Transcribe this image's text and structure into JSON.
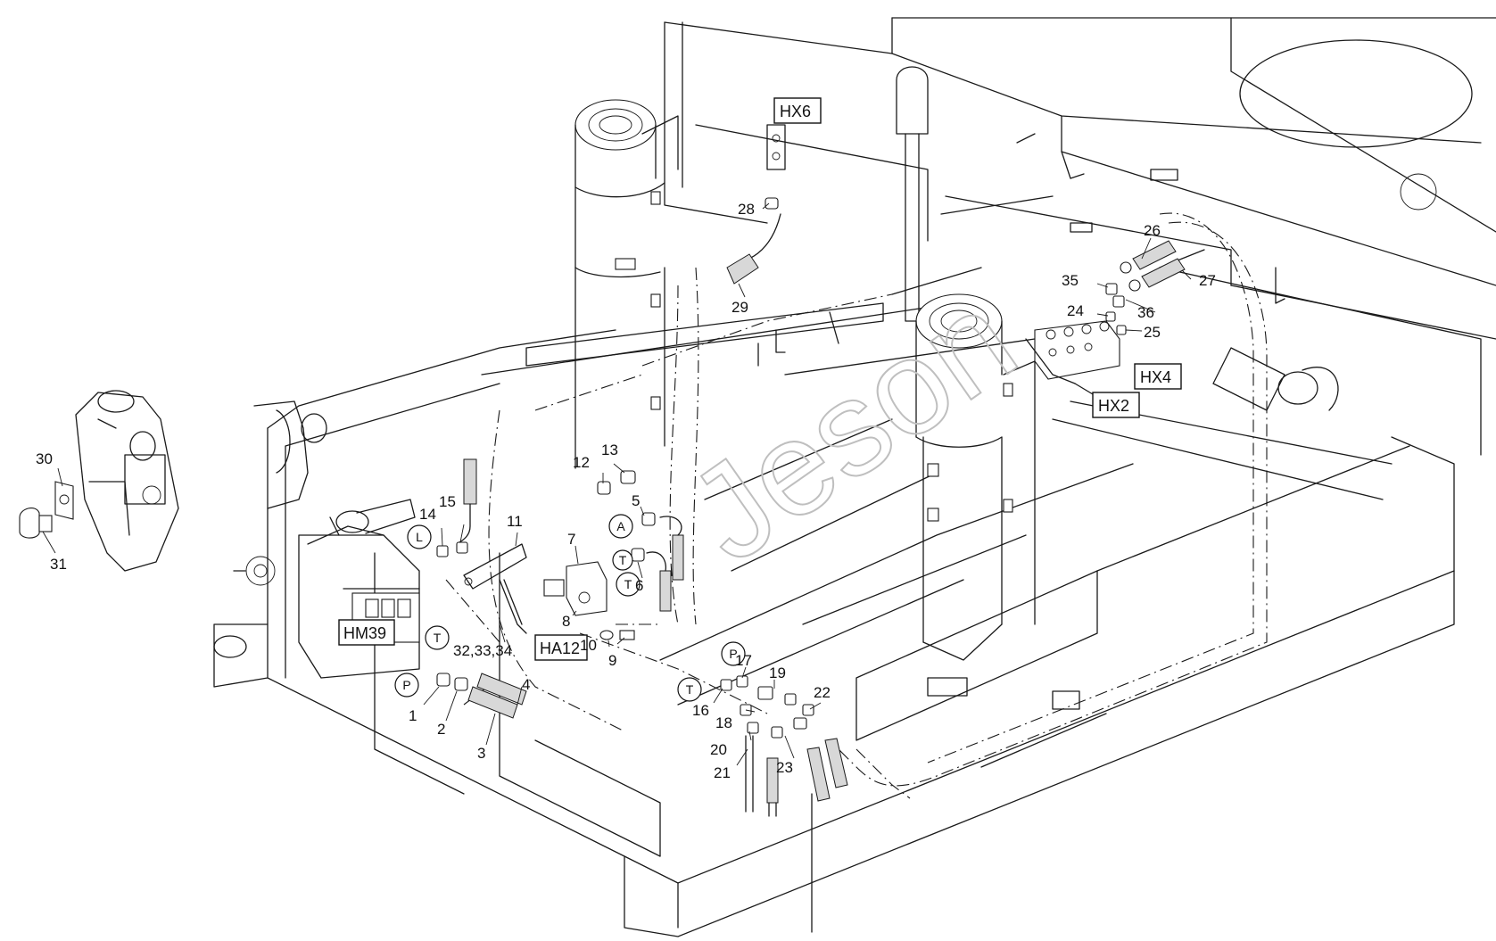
{
  "callouts": [
    "1",
    "2",
    "3",
    "4",
    "5",
    "6",
    "7",
    "8",
    "9",
    "10",
    "11",
    "12",
    "13",
    "14",
    "15",
    "16",
    "17",
    "18",
    "19",
    "20",
    "21",
    "22",
    "23",
    "24",
    "25",
    "26",
    "27",
    "28",
    "29",
    "30",
    "31",
    "32,33,34",
    "35",
    "36"
  ],
  "tags": [
    "HX6",
    "HX4",
    "HX2",
    "HM39",
    "HA12"
  ],
  "ports": [
    "L",
    "T",
    "P",
    "T",
    "P",
    "T",
    "A",
    "T"
  ],
  "watermark": "Jeson"
}
